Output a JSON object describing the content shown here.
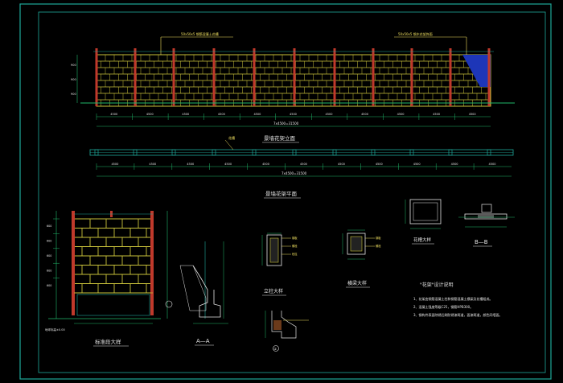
{
  "colors": {
    "background": "#000000",
    "frame": "#1fa89a",
    "brick": "#c9c23a",
    "post": "#c0392b",
    "dim": "#1fb86a",
    "fill_blue": "#1d36b8",
    "text": "#e6e6e6",
    "callout": "#f0e060"
  },
  "elevation": {
    "title": "景墙花架立面",
    "callout_left": "50x50x5  钢筋混凝土花槽",
    "callout_right": "50x50x5  钢木花架饰面",
    "segment_dims": [
      "4500",
      "4500",
      "4500",
      "4500",
      "4500",
      "4500",
      "4500",
      "4500",
      "4500",
      "4500",
      "4500"
    ],
    "total_dim": "7x4500=31500",
    "height_dims": [
      "900",
      "900",
      "900"
    ]
  },
  "plan": {
    "title": "景墙花架平面",
    "callout": "花槽",
    "segment_dims": [
      "4500",
      "4500",
      "4500",
      "4500",
      "4500",
      "4500",
      "4500",
      "4500",
      "4500",
      "4500",
      "4500"
    ],
    "total_dim": "7x4500=31500"
  },
  "detail_wall": {
    "title": "标准段大样",
    "bottom_label": "地坪标高±0.00",
    "height_dims": [
      "600",
      "600",
      "600",
      "600",
      "600"
    ]
  },
  "section_aa": {
    "title": "A—A"
  },
  "post_detail": {
    "title": "立柱大样",
    "labels": [
      "钢板",
      "螺栓",
      "砼柱"
    ]
  },
  "beam_detail": {
    "title": "横梁大样",
    "labels": [
      "钢板",
      "螺栓"
    ]
  },
  "trough_detail": {
    "title": "花槽大样"
  },
  "section_bb": {
    "title": "B—B"
  },
  "notes": {
    "title": "\"花架\"设计说明",
    "lines": [
      "1、花架由钢筋混凝土柱和钢筋混凝土横梁及花槽组成。",
      "2、混凝土强度等级C25，钢筋HPB300。",
      "3、钢构件表面除锈后刷防锈漆两道，面漆两道，颜色同墙面。"
    ]
  },
  "footer_symbol": "①"
}
